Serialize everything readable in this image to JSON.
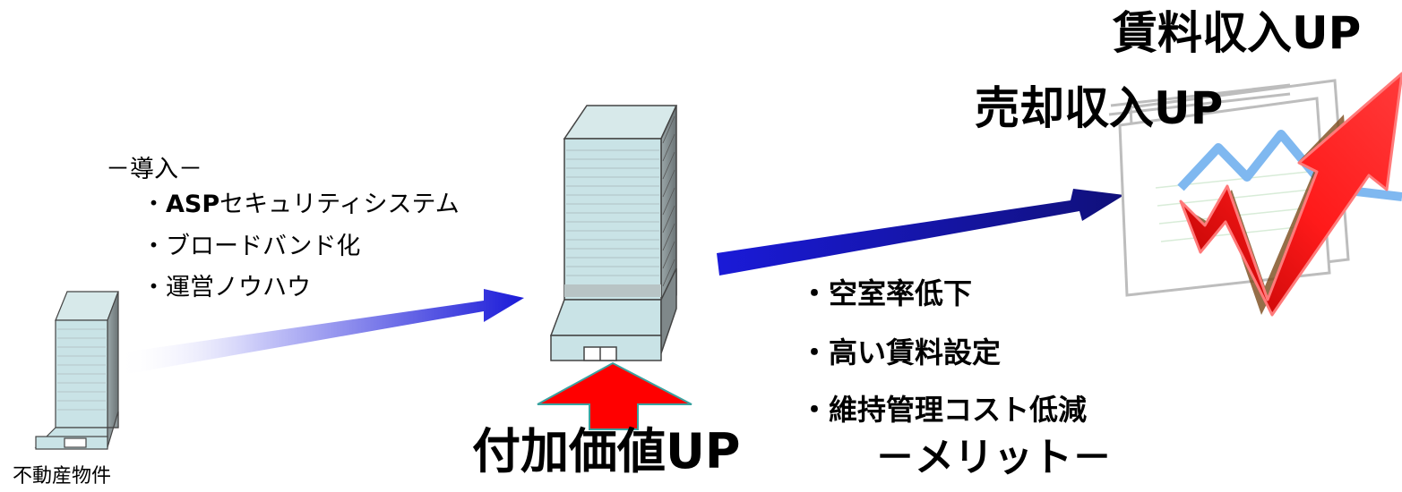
{
  "property_label": "不動産物件",
  "introduction": {
    "title": "－導入－",
    "items": [
      {
        "prefix": "・",
        "mark": "ASP",
        "text": "セキュリティシステム"
      },
      {
        "prefix": "・",
        "mark": "",
        "text": "ブロードバンド化"
      },
      {
        "prefix": "・",
        "mark": "",
        "text": "運営ノウハウ"
      }
    ]
  },
  "value_up": "付加価値UP",
  "benefits": [
    "・空室率低下",
    "・高い賃料設定",
    "・維持管理コスト低減"
  ],
  "merit_label": "－メリット－",
  "outcomes": {
    "rent_income": "賃料収入UP",
    "sale_income": "売却収入UP"
  },
  "colors": {
    "arrow_blue": "#1a1ad8",
    "arrow_dark_blue": "#10107a",
    "arrow_red": "#ff0000",
    "building_glass": "#c9e3e6",
    "building_outline": "#555555",
    "chart_line_blue": "#7fb8f0"
  }
}
